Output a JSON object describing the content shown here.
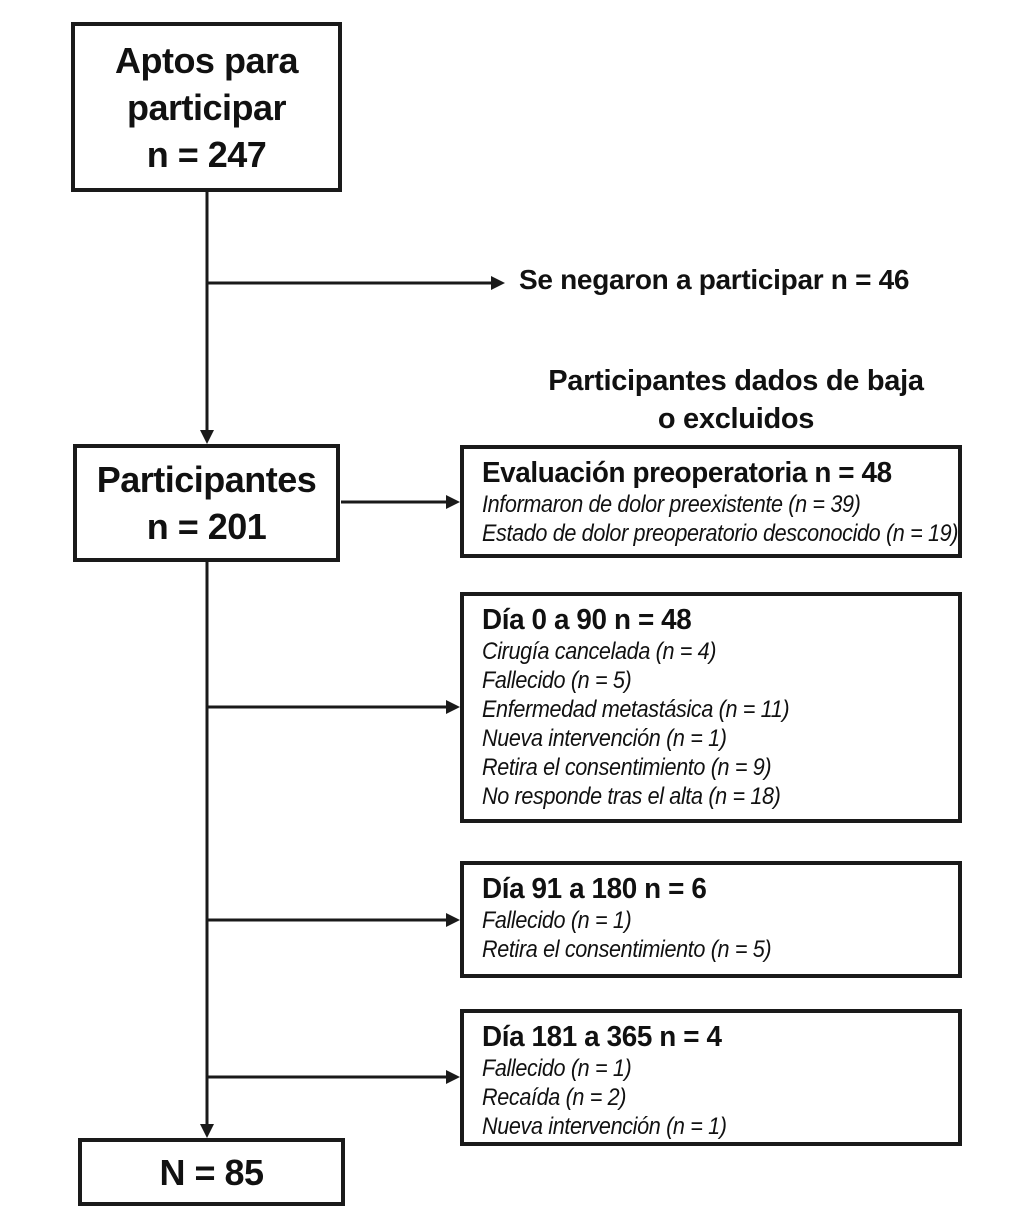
{
  "flowchart": {
    "boxes": {
      "eligible": {
        "label": "Aptos para participar",
        "count": "n = 247"
      },
      "participants": {
        "label": "Participantes",
        "count": "n = 201"
      },
      "final": {
        "count": "N = 85"
      }
    },
    "refused_label": "Se negaron a participar n = 46",
    "withdrawn_header": {
      "line1": "Participantes dados de baja",
      "line2": "o excluidos"
    },
    "exclusion_boxes": [
      {
        "title": "Evaluación preoperatoria n = 48",
        "items": [
          "Informaron de dolor preexistente (n = 39)",
          "Estado de dolor preoperatorio desconocido (n = 19)"
        ]
      },
      {
        "title": "Día 0 a 90 n = 48",
        "items": [
          "Cirugía cancelada (n = 4)",
          "Fallecido (n = 5)",
          "Enfermedad metastásica (n = 11)",
          "Nueva intervención (n = 1)",
          "Retira el consentimiento (n = 9)",
          "No responde tras el alta (n = 18)"
        ]
      },
      {
        "title": "Día 91 a 180 n = 6",
        "items": [
          "Fallecido (n = 1)",
          "Retira el consentimiento (n = 5)"
        ]
      },
      {
        "title": "Día 181 a 365 n = 4",
        "items": [
          "Fallecido (n = 1)",
          "Recaída (n = 2)",
          "Nueva intervención (n = 1)"
        ]
      }
    ],
    "colors": {
      "line": "#1a1a1a",
      "box_border": "#1a1a1a",
      "text": "#111111",
      "background": "#ffffff"
    }
  }
}
